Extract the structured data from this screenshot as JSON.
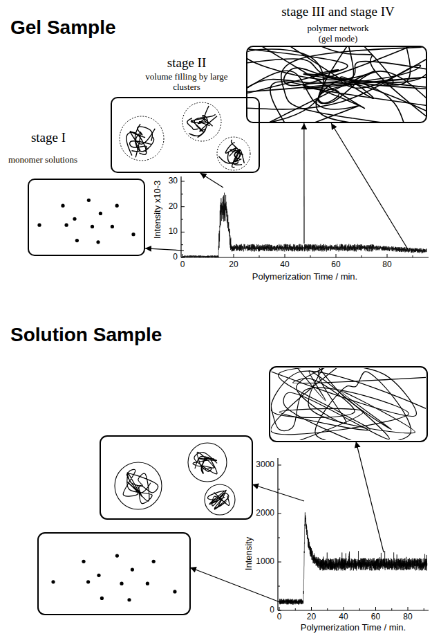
{
  "diagram": {
    "nodes": [
      {
        "text": [
          "stage III and stage IV",
          "polymer network (gel mode)"
        ]
      },
      {
        "text": [
          "stage II",
          "volume filling by large clusters"
        ]
      },
      {
        "text": [
          "stage I",
          "monomer solutions"
        ]
      },
      {
        "text": [
          "Intensity x10-3",
          "Polymerization Time / min."
        ]
      },
      {
        "text": [
          "Intensity",
          "Polymerization Time / min."
        ]
      }
    ],
    "edges": [
      {
        "from": 3,
        "to": 2,
        "arrow": "to"
      },
      {
        "from": 3,
        "to": 1,
        "arrow": "to"
      },
      {
        "from": 3,
        "to": 0,
        "arrow": "to"
      },
      {
        "from": 3,
        "to": 0,
        "arrow": "to"
      }
    ],
    "labels": [
      "Gel Sample",
      "30",
      "20",
      "10",
      "0",
      "0",
      "20",
      "40",
      "60",
      "80",
      "Solution Sample",
      "3000",
      "2000",
      "1000",
      "0",
      "0",
      "20",
      "40",
      "60",
      "80"
    ]
  }
}
